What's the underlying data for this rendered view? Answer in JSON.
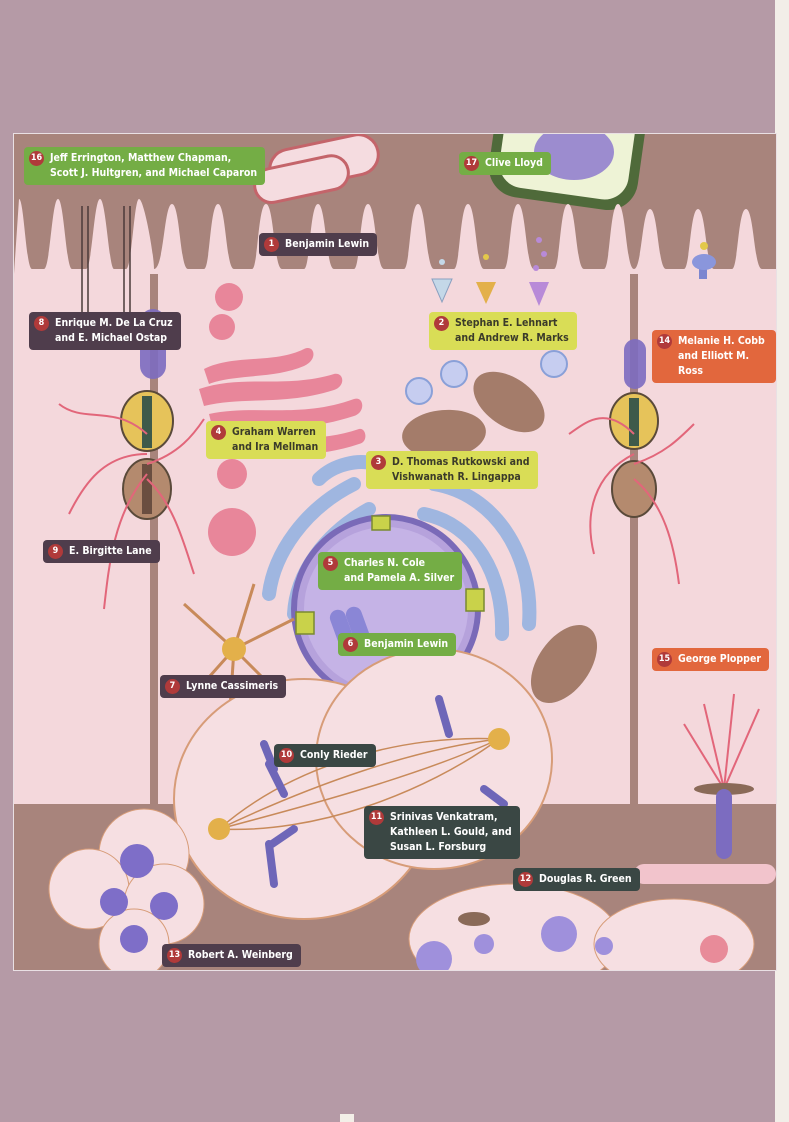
{
  "labels": [
    {
      "num": "16",
      "text": "Jeff Errington, Matthew Chapman,\nScott J. Hultgren, and Michael Caparon"
    },
    {
      "num": "17",
      "text": "Clive Lloyd"
    },
    {
      "num": "1",
      "text": "Benjamin Lewin"
    },
    {
      "num": "8",
      "text": "Enrique M. De La Cruz\nand E. Michael Ostap"
    },
    {
      "num": "2",
      "text": "Stephan E. Lehnart\nand Andrew R. Marks"
    },
    {
      "num": "14",
      "text": "Melanie H. Cobb\nand Elliott M. Ross"
    },
    {
      "num": "4",
      "text": "Graham Warren\nand Ira Mellman"
    },
    {
      "num": "3",
      "text": "D. Thomas Rutkowski and\nVishwanath R. Lingappa"
    },
    {
      "num": "9",
      "text": "E. Birgitte Lane"
    },
    {
      "num": "5",
      "text": "Charles N. Cole\nand Pamela A. Silver"
    },
    {
      "num": "6",
      "text": "Benjamin Lewin"
    },
    {
      "num": "15",
      "text": "George Plopper"
    },
    {
      "num": "7",
      "text": "Lynne Cassimeris"
    },
    {
      "num": "10",
      "text": "Conly Rieder"
    },
    {
      "num": "11",
      "text": "Srinivas Venkatram,\nKathleen L. Gould, and\nSusan L. Forsburg"
    },
    {
      "num": "12",
      "text": "Douglas R. Green"
    },
    {
      "num": "13",
      "text": "Robert A. Weinberg"
    }
  ],
  "colors": {
    "background": "#b59aa6",
    "extracellular": "#a8847c",
    "cytoplasm": "#f4d8dc",
    "nucleus": "#b6a2dc",
    "er": "#9fb6e0",
    "golgi": "#e8869a",
    "mitochondria": "#a47c6a",
    "chromosome": "#7a72c0",
    "label_number": "#b03a3a"
  }
}
